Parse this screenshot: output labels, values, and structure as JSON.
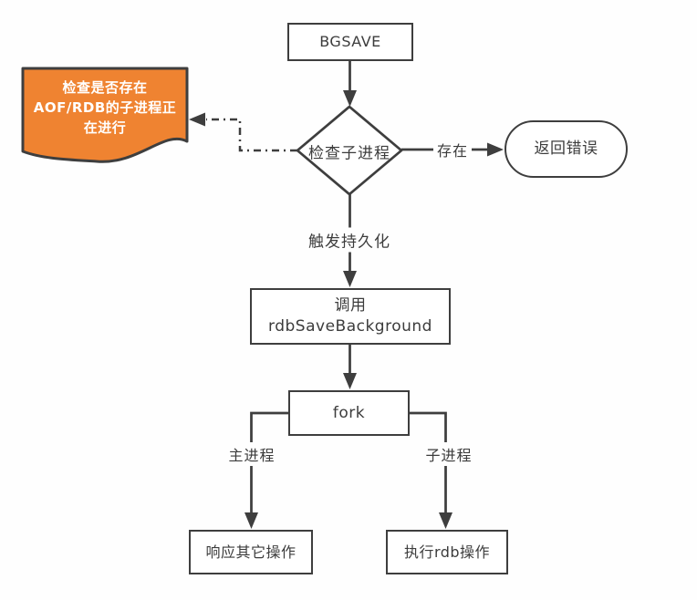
{
  "colors": {
    "line": "#3e3e3e",
    "text": "#3c3c3c",
    "note_fill": "#EF8331",
    "note_text": "#ffffff",
    "node_fill": "#ffffff",
    "background": "#fefefe"
  },
  "nodes": {
    "bgsave": {
      "label": "BGSAVE"
    },
    "check_child_process": {
      "label": "检查子进程"
    },
    "note": {
      "lines": [
        "检查是否存在",
        "AOF/RDB的子进程正",
        "在进行"
      ]
    },
    "return_error": {
      "label": "返回错误"
    },
    "call_rdbsave": {
      "line1": "调用",
      "line2": "rdbSaveBackground"
    },
    "fork": {
      "label": "fork"
    },
    "respond_other_ops": {
      "label": "响应其它操作"
    },
    "exec_rdb_op": {
      "label": "执行rdb操作"
    }
  },
  "edge_labels": {
    "exists": "存在",
    "trigger_persistence": "触发持久化",
    "main_process": "主进程",
    "child_process": "子进程"
  }
}
